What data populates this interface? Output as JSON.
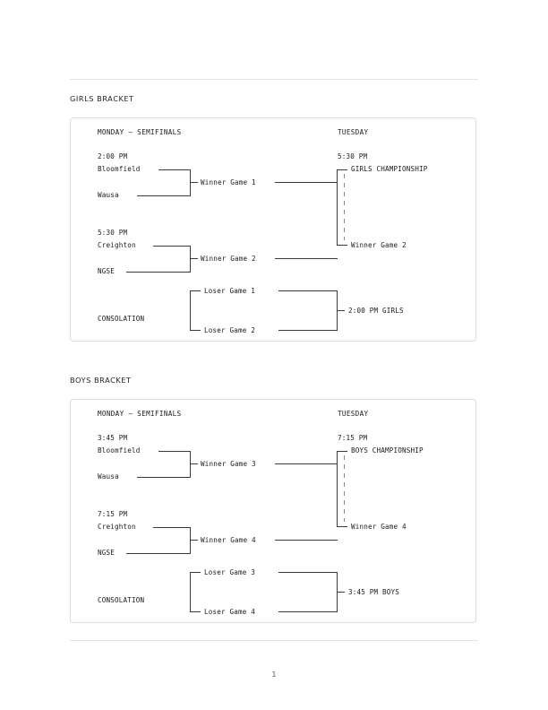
{
  "document": {
    "page_number": "1"
  },
  "sections": [
    {
      "label": "GIRLS BRACKET",
      "left_column_header": "MONDAY – SEMIFINALS",
      "right_column_header": "TUESDAY",
      "semifinal_1": {
        "time": "2:00 PM",
        "team_top": "Bloomfield",
        "team_bottom": "Wausa",
        "winner_label": "Winner Game 1"
      },
      "semifinal_2": {
        "time": "5:30 PM",
        "team_top": "Creighton",
        "team_bottom": "NGSE",
        "winner_label": "Winner Game 2"
      },
      "consolation": {
        "label": "CONSOLATION",
        "entry_top": "Loser Game 1",
        "entry_bottom": "Loser Game 2",
        "final_label": "2:00 PM GIRLS"
      },
      "championship": {
        "time": "5:30 PM",
        "title": "GIRLS CHAMPIONSHIP",
        "feeder_label": "Winner Game 2"
      }
    },
    {
      "label": "BOYS BRACKET",
      "left_column_header": "MONDAY – SEMIFINALS",
      "right_column_header": "TUESDAY",
      "semifinal_1": {
        "time": "3:45 PM",
        "team_top": "Bloomfield",
        "team_bottom": "Wausa",
        "winner_label": "Winner Game 3"
      },
      "semifinal_2": {
        "time": "7:15 PM",
        "team_top": "Creighton",
        "team_bottom": "NGSE",
        "winner_label": "Winner Game 4"
      },
      "consolation": {
        "label": "CONSOLATION",
        "entry_top": "Loser Game 3",
        "entry_bottom": "Loser Game 4",
        "final_label": "3:45 PM BOYS"
      },
      "championship": {
        "time": "7:15 PM",
        "title": "BOYS CHAMPIONSHIP",
        "feeder_label": "Winner Game 4"
      }
    }
  ],
  "colors": {
    "line": "#3a3a3a",
    "rule": "#e3e3e3",
    "card_border": "#dcdcdc",
    "text": "#1b1b1b"
  }
}
